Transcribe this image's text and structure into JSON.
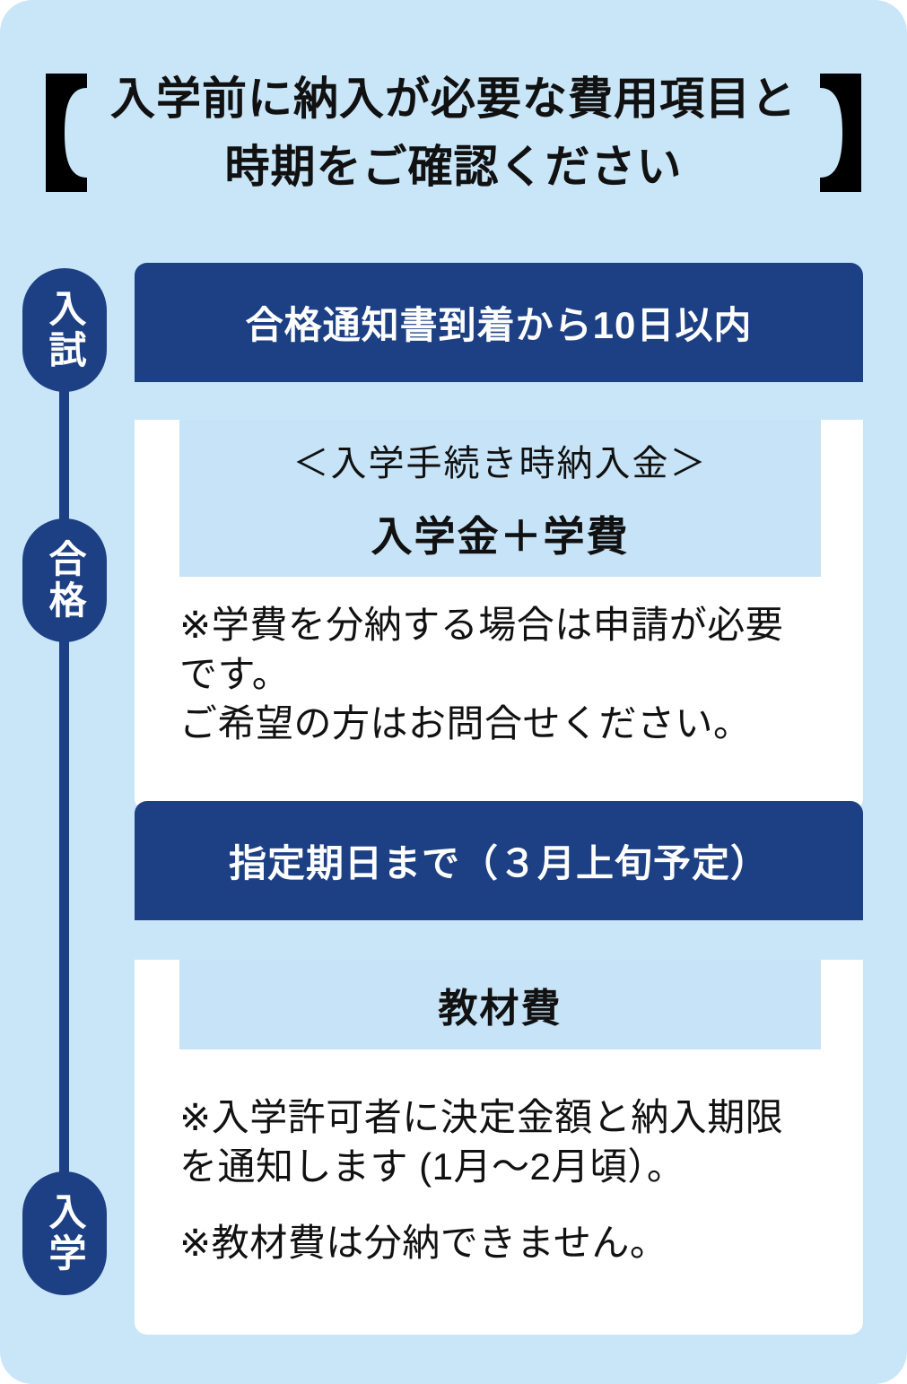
{
  "theme": {
    "navy": "#1c4083",
    "panel": "#c9e6f9",
    "box-blue": "#c6e3f7",
    "card-bg": "#ffffff",
    "title-color": "#000000"
  },
  "title": {
    "bracket_left": "【",
    "line1": "入学前に納入が必要な費用項目と",
    "line2": "時期をご確認ください",
    "bracket_right": "】"
  },
  "timeline": {
    "nodes": [
      {
        "label": "入試"
      },
      {
        "label": "合格"
      },
      {
        "label": "入学"
      }
    ]
  },
  "cards": [
    {
      "header": "合格通知書到着から10日以内",
      "highlight": {
        "subtitle": "＜入学手続き時納入金＞",
        "title": "入学金＋学費"
      },
      "notes": [
        "※学費を分納する場合は申請が必要です。",
        "ご希望の方はお問合せください。"
      ]
    },
    {
      "header": "指定期日まで（３月上旬予定）",
      "highlight": {
        "subtitle": "",
        "title": "教材費"
      },
      "notes": [
        "※入学許可者に決定金額と納入期限を通知します (1月～2月頃）。",
        "※教材費は分納できません。"
      ]
    }
  ]
}
